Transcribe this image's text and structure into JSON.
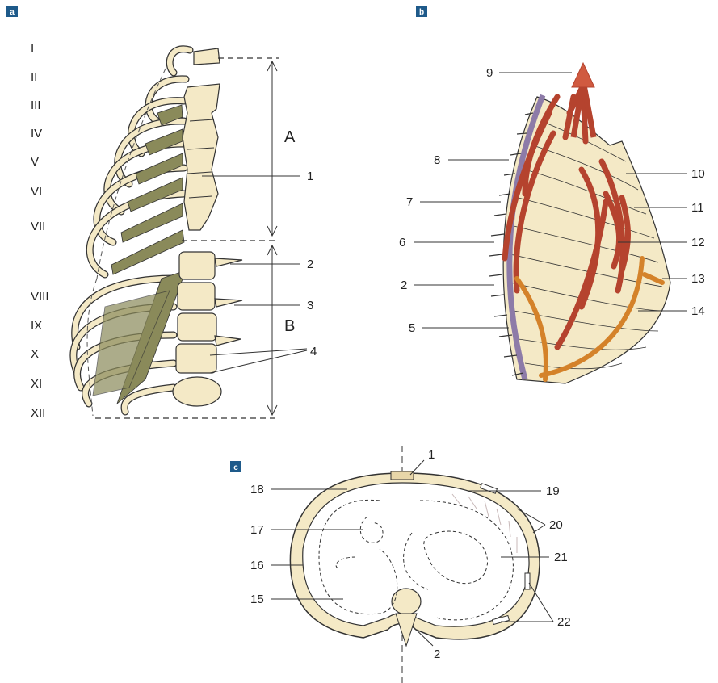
{
  "panels": {
    "a": {
      "badge": "a",
      "roman": [
        "I",
        "II",
        "III",
        "IV",
        "V",
        "VI",
        "VII",
        "VIII",
        "IX",
        "X",
        "XI",
        "XII"
      ],
      "regions": [
        "A",
        "B"
      ],
      "labels": [
        "1",
        "2",
        "3",
        "4"
      ]
    },
    "b": {
      "badge": "b",
      "labels": [
        "9",
        "8",
        "7",
        "6",
        "2",
        "5",
        "10",
        "11",
        "12",
        "13",
        "14"
      ]
    },
    "c": {
      "badge": "c",
      "labels": [
        "1",
        "18",
        "17",
        "16",
        "15",
        "19",
        "20",
        "21",
        "22",
        "2"
      ]
    }
  },
  "colors": {
    "badge": "#1e5a8a",
    "bone": "#f4e9c6",
    "muscle_red": "#b5432e",
    "muscle_orange": "#d4822a",
    "muscle_olive": "#8a8a5a",
    "spine_purple": "#8d7ba8"
  }
}
